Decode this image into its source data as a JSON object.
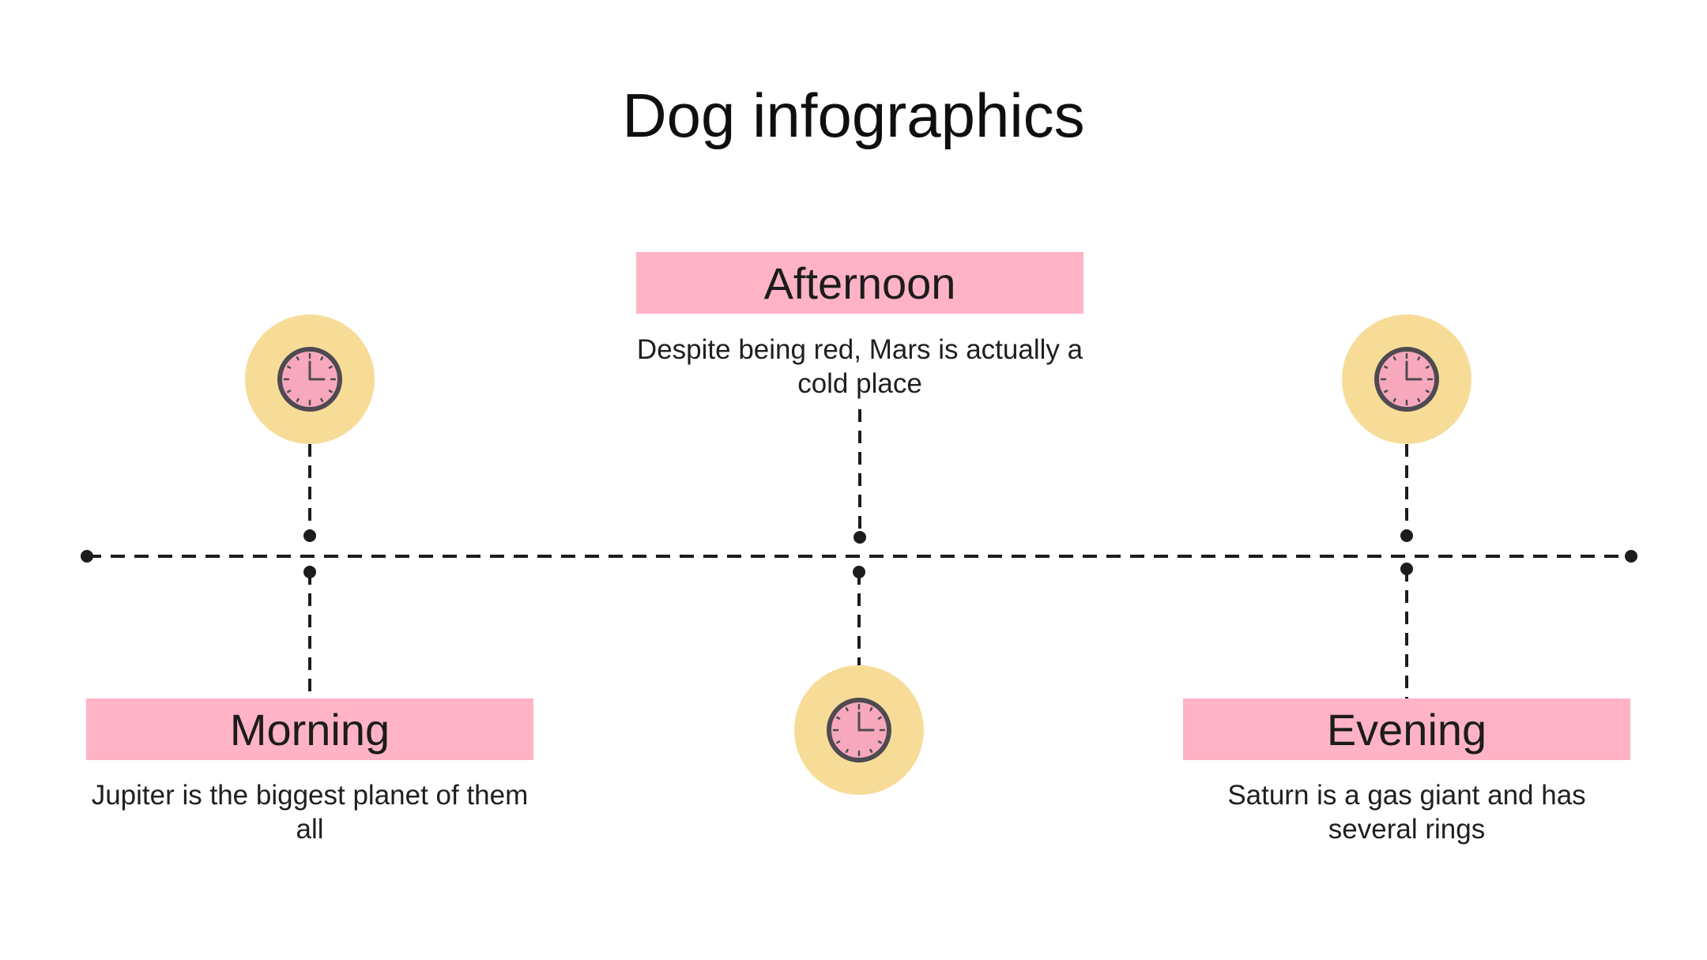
{
  "title": "Dog infographics",
  "colors": {
    "label_fill": "#ffb3c5",
    "clock_halo": "#f7dc98",
    "clock_face": "#f7a8bd",
    "clock_rim": "#4f4a52",
    "line": "#1c1c1c"
  },
  "stages": [
    {
      "label": "Morning",
      "description": "Jupiter is the biggest planet of them all",
      "icon": "clock-icon"
    },
    {
      "label": "Afternoon",
      "description": "Despite being red, Mars is actually a cold place",
      "icon": "clock-icon"
    },
    {
      "label": "Evening",
      "description": "Saturn is a gas giant and has several rings",
      "icon": "clock-icon"
    }
  ]
}
